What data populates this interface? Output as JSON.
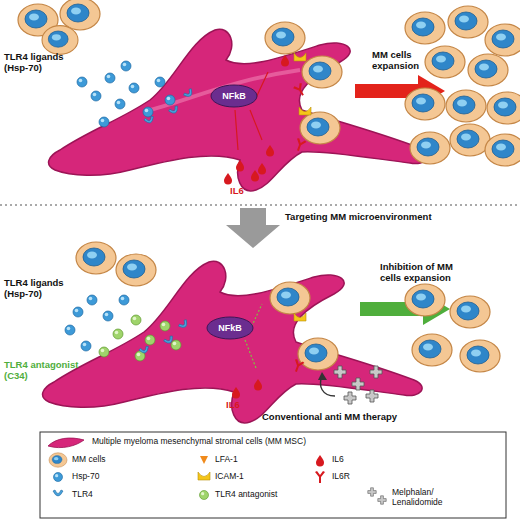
{
  "diagram": {
    "nodes": [
      {
        "text": [
          "NFkB"
        ]
      },
      {
        "text": [
          "NFkB"
        ]
      }
    ],
    "labels": [
      "TLR4 ligands (Hsp-70)",
      "MM cells expansion",
      "IL6",
      "Targeting MM microenvironment",
      "TLR4 ligands (Hsp-70)",
      "TLR4 antagonist (C34)",
      "Inhibition of MM cells expansion",
      "IL6",
      "Conventional anti MM therapy"
    ],
    "legend": [
      {
        "text": "Multiple myeloma mesenchymal stromal cells (MM MSC)"
      },
      {
        "text": "MM cells"
      },
      {
        "text": "Hsp-70"
      },
      {
        "text": "TLR4"
      },
      {
        "text": "LFA-1"
      },
      {
        "text": "ICAM-1"
      },
      {
        "text": "IL6"
      },
      {
        "text": "IL6R"
      },
      {
        "text": "TLR4 antagonist"
      },
      {
        "text": "Melphalan/ Lenalidomide"
      }
    ]
  }
}
